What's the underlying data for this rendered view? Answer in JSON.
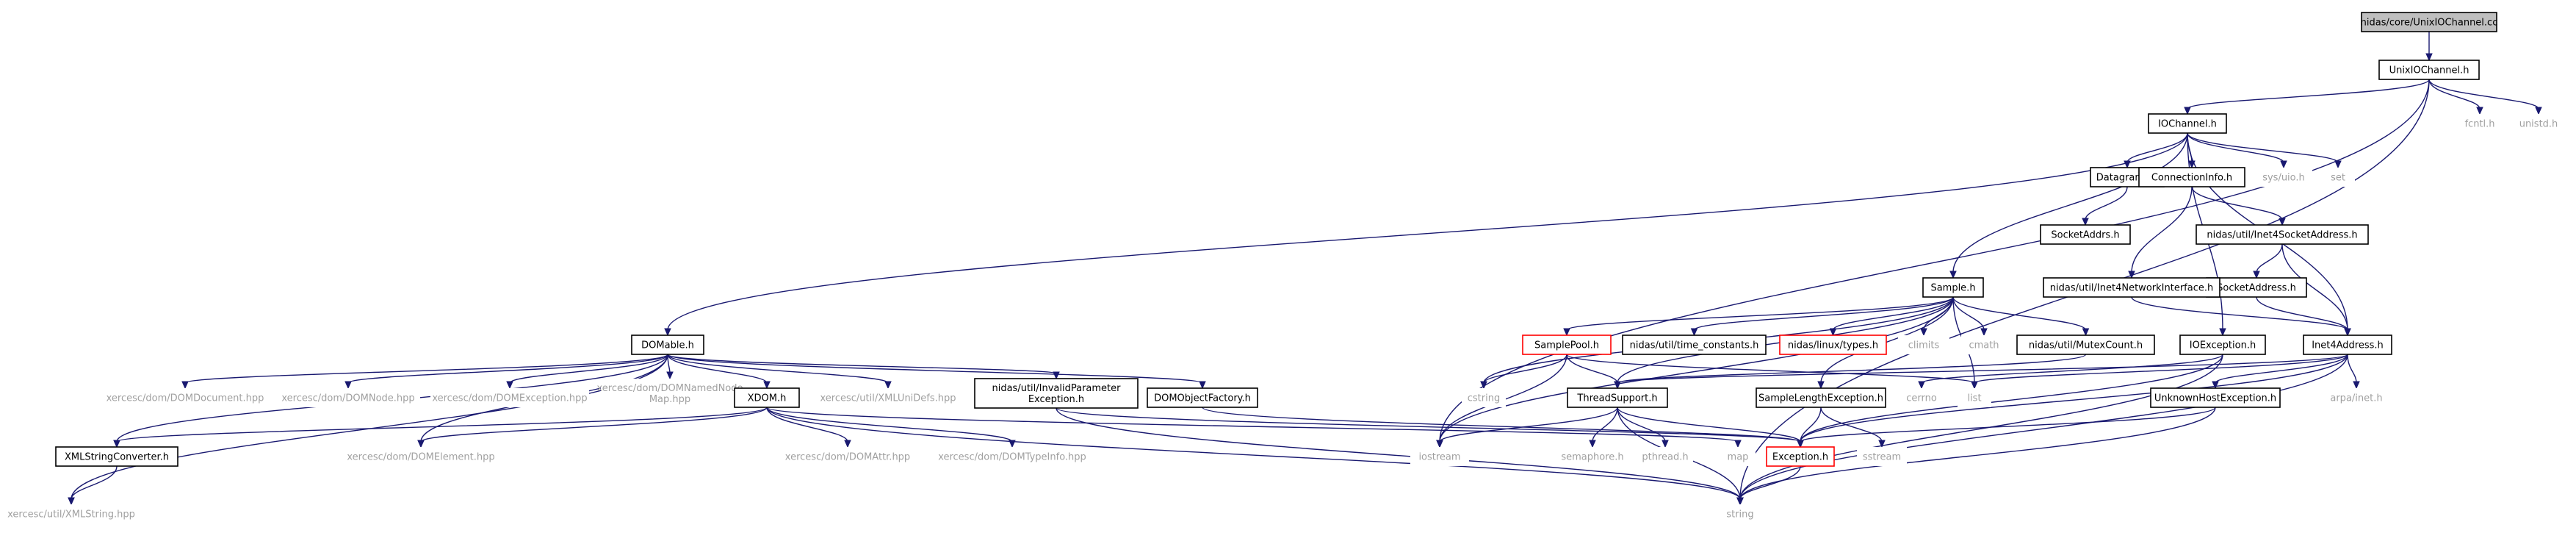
{
  "colors": {
    "edge": "#191970",
    "root_fill": "#bfbfbf",
    "doc_border": "#000000",
    "truncated_border": "#ff0000",
    "external_text": "#a0a0a0",
    "internal_text": "#000000"
  },
  "nodes": [
    {
      "id": "root",
      "label": "nidas/core/UnixIOChannel.cc",
      "kind": "root"
    },
    {
      "id": "unixio",
      "label": "UnixIOChannel.h",
      "kind": "doc"
    },
    {
      "id": "fcntl",
      "label": "fcntl.h",
      "kind": "external"
    },
    {
      "id": "unistd",
      "label": "unistd.h",
      "kind": "external"
    },
    {
      "id": "iochannel",
      "label": "IOChannel.h",
      "kind": "doc"
    },
    {
      "id": "datagrams",
      "label": "Datagrams.h",
      "kind": "doc"
    },
    {
      "id": "conninfo",
      "label": "ConnectionInfo.h",
      "kind": "doc"
    },
    {
      "id": "sysuio",
      "label": "sys/uio.h",
      "kind": "external"
    },
    {
      "id": "set",
      "label": "set",
      "kind": "external"
    },
    {
      "id": "socketaddrs",
      "label": "SocketAddrs.h",
      "kind": "doc"
    },
    {
      "id": "inet4sockaddr",
      "label": "nidas/util/Inet4SocketAddress.h",
      "kind": "doc"
    },
    {
      "id": "socketaddress",
      "label": "SocketAddress.h",
      "kind": "doc"
    },
    {
      "id": "inet4netif",
      "label": "nidas/util/Inet4NetworkInterface.h",
      "kind": "doc"
    },
    {
      "id": "sample",
      "label": "Sample.h",
      "kind": "doc"
    },
    {
      "id": "samplepool",
      "label": "SamplePool.h",
      "kind": "truncated"
    },
    {
      "id": "timeconst",
      "label": "nidas/util/time_constants.h",
      "kind": "doc"
    },
    {
      "id": "linuxtypes",
      "label": "nidas/linux/types.h",
      "kind": "truncated"
    },
    {
      "id": "climits",
      "label": "climits",
      "kind": "external"
    },
    {
      "id": "cmath",
      "label": "cmath",
      "kind": "external"
    },
    {
      "id": "mutexcount",
      "label": "nidas/util/MutexCount.h",
      "kind": "doc"
    },
    {
      "id": "ioexception",
      "label": "IOException.h",
      "kind": "doc"
    },
    {
      "id": "inet4address",
      "label": "Inet4Address.h",
      "kind": "doc"
    },
    {
      "id": "domable",
      "label": "DOMable.h",
      "kind": "doc"
    },
    {
      "id": "xdomdoc",
      "label": "xercesc/dom/DOMDocument.hpp",
      "kind": "external"
    },
    {
      "id": "xdomnode",
      "label": "xercesc/dom/DOMNode.hpp",
      "kind": "external"
    },
    {
      "id": "xdomexc",
      "label": "xercesc/dom/DOMException.hpp",
      "kind": "external"
    },
    {
      "id": "xdomnnm",
      "label": "xercesc/dom/DOMNamedNode\nMap.hpp",
      "kind": "external"
    },
    {
      "id": "xdom",
      "label": "XDOM.h",
      "kind": "doc"
    },
    {
      "id": "xmlunidefs",
      "label": "xercesc/util/XMLUniDefs.hpp",
      "kind": "external"
    },
    {
      "id": "invparam",
      "label": "nidas/util/InvalidParameter\nException.h",
      "kind": "doc"
    },
    {
      "id": "domobjfactory",
      "label": "DOMObjectFactory.h",
      "kind": "doc"
    },
    {
      "id": "xmlstrconv",
      "label": "XMLStringConverter.h",
      "kind": "doc"
    },
    {
      "id": "xdomelement",
      "label": "xercesc/dom/DOMElement.hpp",
      "kind": "external"
    },
    {
      "id": "xdomattr",
      "label": "xercesc/dom/DOMAttr.hpp",
      "kind": "external"
    },
    {
      "id": "xdomtypeinfo",
      "label": "xercesc/dom/DOMTypeInfo.hpp",
      "kind": "external"
    },
    {
      "id": "xmlstring",
      "label": "xercesc/util/XMLString.hpp",
      "kind": "external"
    },
    {
      "id": "cstring",
      "label": "cstring",
      "kind": "external"
    },
    {
      "id": "threadsupport",
      "label": "ThreadSupport.h",
      "kind": "doc"
    },
    {
      "id": "samplelenexc",
      "label": "SampleLengthException.h",
      "kind": "doc"
    },
    {
      "id": "cerrno",
      "label": "cerrno",
      "kind": "external"
    },
    {
      "id": "list",
      "label": "list",
      "kind": "external"
    },
    {
      "id": "unkhostexc",
      "label": "UnknownHostException.h",
      "kind": "doc"
    },
    {
      "id": "arpainet",
      "label": "arpa/inet.h",
      "kind": "external"
    },
    {
      "id": "iostream",
      "label": "iostream",
      "kind": "external"
    },
    {
      "id": "semaphore",
      "label": "semaphore.h",
      "kind": "external"
    },
    {
      "id": "pthread",
      "label": "pthread.h",
      "kind": "external"
    },
    {
      "id": "map",
      "label": "map",
      "kind": "external"
    },
    {
      "id": "exception",
      "label": "Exception.h",
      "kind": "truncated"
    },
    {
      "id": "sstream",
      "label": "sstream",
      "kind": "external"
    },
    {
      "id": "string",
      "label": "string",
      "kind": "external"
    }
  ],
  "edges": [
    [
      "root",
      "unixio"
    ],
    [
      "unixio",
      "iochannel"
    ],
    [
      "unixio",
      "fcntl"
    ],
    [
      "unixio",
      "unistd"
    ],
    [
      "unixio",
      "iostream"
    ],
    [
      "unixio",
      "string"
    ],
    [
      "iochannel",
      "datagrams"
    ],
    [
      "iochannel",
      "conninfo"
    ],
    [
      "iochannel",
      "sysuio"
    ],
    [
      "iochannel",
      "set"
    ],
    [
      "iochannel",
      "sample"
    ],
    [
      "iochannel",
      "domable"
    ],
    [
      "iochannel",
      "ioexception"
    ],
    [
      "iochannel",
      "inet4address"
    ],
    [
      "datagrams",
      "socketaddrs"
    ],
    [
      "conninfo",
      "inet4sockaddr"
    ],
    [
      "conninfo",
      "inet4netif"
    ],
    [
      "inet4sockaddr",
      "socketaddress"
    ],
    [
      "inet4sockaddr",
      "inet4address"
    ],
    [
      "socketaddress",
      "inet4address"
    ],
    [
      "inet4netif",
      "inet4address"
    ],
    [
      "sample",
      "samplepool"
    ],
    [
      "sample",
      "timeconst"
    ],
    [
      "sample",
      "linuxtypes"
    ],
    [
      "sample",
      "climits"
    ],
    [
      "sample",
      "cmath"
    ],
    [
      "sample",
      "mutexcount"
    ],
    [
      "sample",
      "samplelenexc"
    ],
    [
      "sample",
      "threadsupport"
    ],
    [
      "sample",
      "iostream"
    ],
    [
      "sample",
      "cstring"
    ],
    [
      "sample",
      "list"
    ],
    [
      "samplepool",
      "threadsupport"
    ],
    [
      "samplepool",
      "cstring"
    ],
    [
      "samplepool",
      "iostream"
    ],
    [
      "samplepool",
      "list"
    ],
    [
      "mutexcount",
      "threadsupport"
    ],
    [
      "ioexception",
      "exception"
    ],
    [
      "ioexception",
      "cerrno"
    ],
    [
      "ioexception",
      "string"
    ],
    [
      "inet4address",
      "threadsupport"
    ],
    [
      "inet4address",
      "unkhostexc"
    ],
    [
      "inet4address",
      "arpainet"
    ],
    [
      "inet4address",
      "string"
    ],
    [
      "inet4address",
      "list"
    ],
    [
      "inet4address",
      "exception"
    ],
    [
      "unkhostexc",
      "exception"
    ],
    [
      "unkhostexc",
      "string"
    ],
    [
      "samplelenexc",
      "exception"
    ],
    [
      "samplelenexc",
      "sstream"
    ],
    [
      "threadsupport",
      "exception"
    ],
    [
      "threadsupport",
      "semaphore"
    ],
    [
      "threadsupport",
      "pthread"
    ],
    [
      "threadsupport",
      "iostream"
    ],
    [
      "threadsupport",
      "string"
    ],
    [
      "exception",
      "string"
    ],
    [
      "domable",
      "xdomdoc"
    ],
    [
      "domable",
      "xdomnode"
    ],
    [
      "domable",
      "xdomexc"
    ],
    [
      "domable",
      "xdomnnm"
    ],
    [
      "domable",
      "xdom"
    ],
    [
      "domable",
      "xmlunidefs"
    ],
    [
      "domable",
      "invparam"
    ],
    [
      "domable",
      "domobjfactory"
    ],
    [
      "domable",
      "xmlstrconv"
    ],
    [
      "domable",
      "xdomelement"
    ],
    [
      "domable",
      "xmlstring"
    ],
    [
      "xdom",
      "xmlstrconv"
    ],
    [
      "xdom",
      "xdomelement"
    ],
    [
      "xdom",
      "xdomattr"
    ],
    [
      "xdom",
      "xdomtypeinfo"
    ],
    [
      "xdom",
      "map"
    ],
    [
      "xdom",
      "string"
    ],
    [
      "invparam",
      "exception"
    ],
    [
      "invparam",
      "string"
    ],
    [
      "domobjfactory",
      "exception"
    ],
    [
      "xmlstrconv",
      "xmlstring"
    ]
  ]
}
